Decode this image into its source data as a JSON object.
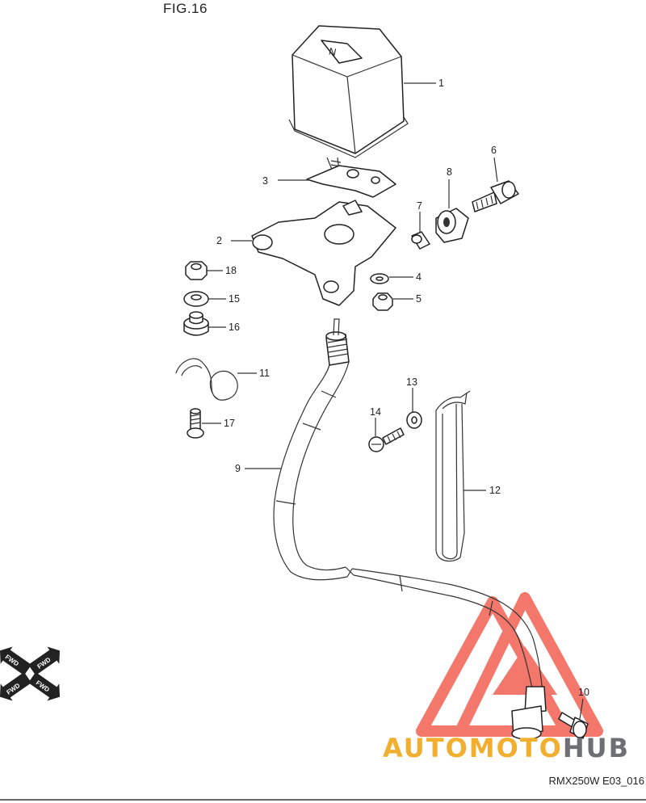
{
  "figure": {
    "title": "FIG.16",
    "code": "RMX250W E03_016"
  },
  "watermark": {
    "brand_part1": "AUTOMOTO",
    "brand_part2": "HUB",
    "logo_color": "#f04a3a",
    "brand_color1": "#f2ae2e",
    "brand_color2": "#6e6f72"
  },
  "direction_badges": [
    "FWD",
    "FWD",
    "FWD",
    "FWD"
  ],
  "callouts": {
    "c1": "1",
    "c2": "2",
    "c3": "3",
    "c4": "4",
    "c5": "5",
    "c6": "6",
    "c7": "7",
    "c8": "8",
    "c9": "9",
    "c10": "10",
    "c11": "11",
    "c12": "12",
    "c13": "13",
    "c14": "14",
    "c15": "15",
    "c16": "16",
    "c17": "17",
    "c18": "18"
  }
}
